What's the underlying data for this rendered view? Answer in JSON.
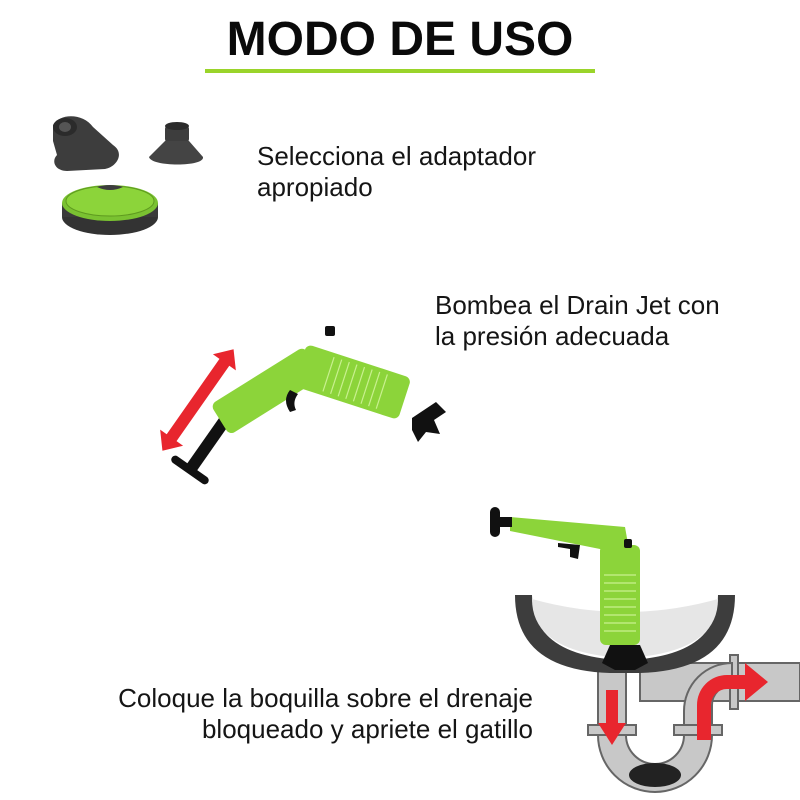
{
  "header": {
    "title": "MODO DE USO",
    "underline_color": "#9ad42a"
  },
  "steps": [
    {
      "line1": "Selecciona el adaptador",
      "line2": "apropiado",
      "icon": "adapters-icon"
    },
    {
      "line1": "Bombea el Drain Jet con",
      "line2": "la presión adecuada",
      "icon": "pump-gun-icon"
    },
    {
      "line1": "Coloque la boquilla sobre el drenaje",
      "line2": "bloqueado y apriete el gatillo",
      "icon": "sink-drain-icon"
    }
  ],
  "colors": {
    "accent_green": "#8cd43a",
    "arrow_red": "#e8262e",
    "rubber_dark": "#3d3d3d",
    "pipe_gray": "#c8c8c8"
  }
}
